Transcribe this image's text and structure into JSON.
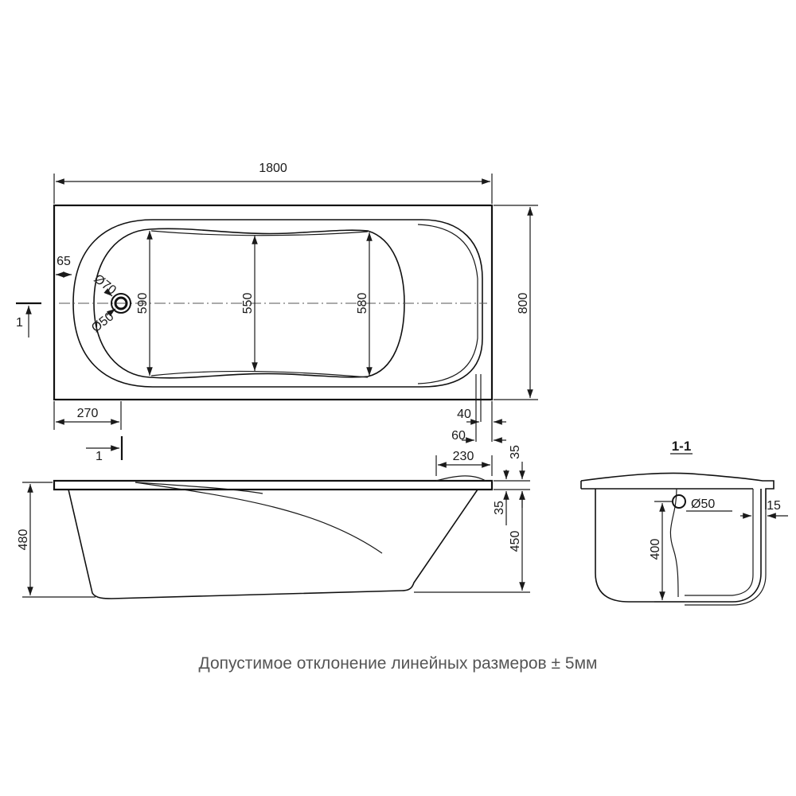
{
  "dimensions": {
    "overall_length": "1800",
    "overall_width": "800",
    "rim_left": "65",
    "inner_width_a": "590",
    "inner_width_b": "550",
    "inner_width_c": "580",
    "drain_outer": "Ø70",
    "drain_inner": "Ø50",
    "offset_270": "270",
    "offset_40": "40",
    "offset_60": "60",
    "offset_230": "230",
    "rim_35_top": "35",
    "rim_35_side": "35",
    "depth_450": "450",
    "height_480": "480",
    "section_overflow": "Ø50",
    "section_height_400": "400",
    "wall_15": "15"
  },
  "section": {
    "label": "1-1",
    "marker": "1"
  },
  "note": "Допустимое отклонение линейных размеров ± 5мм"
}
